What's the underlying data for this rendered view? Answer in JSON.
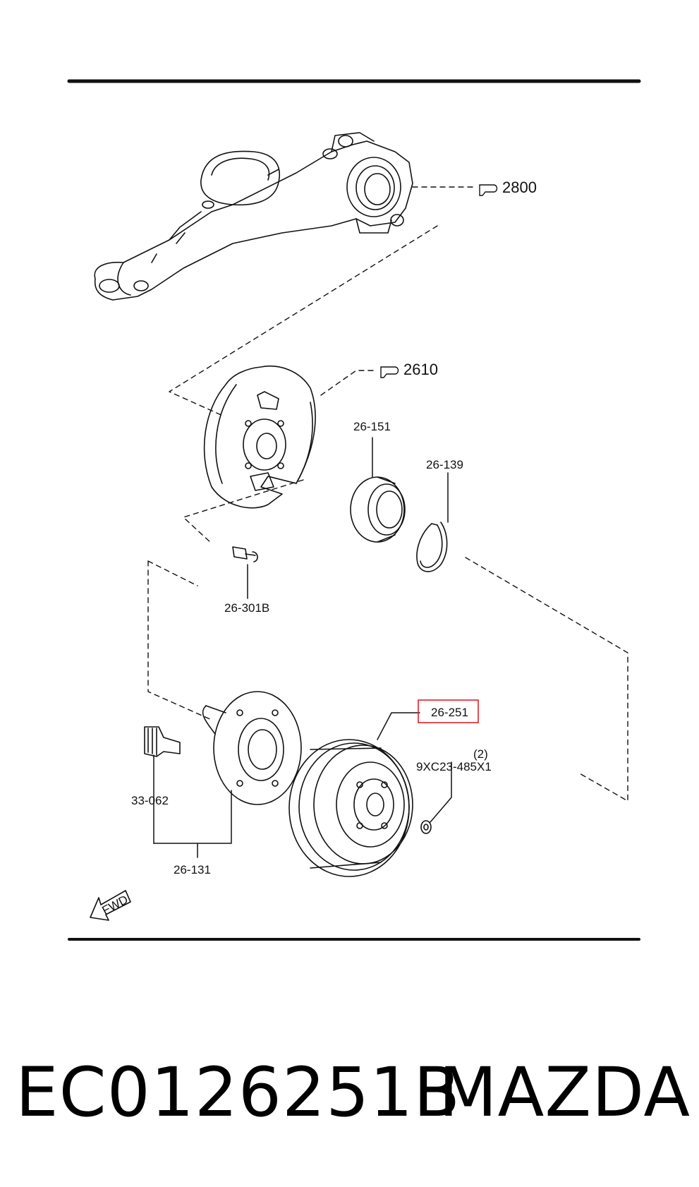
{
  "references": {
    "knuckle_ref": "2800",
    "backplate_ref": "2610"
  },
  "parts": {
    "bearing": "26-151",
    "snap_ring": "26-139",
    "bolt": "26-301B",
    "drum": "26-251",
    "nut": "9XC23-485X1",
    "nut_qty": "(2)",
    "stud": "33-062",
    "hub": "26-131"
  },
  "highlight": {
    "part": "26-251",
    "color": "#e0202a"
  },
  "direction_marker": "FWD",
  "footer": {
    "part_number": "EC0126251B",
    "brand": "MAZDA"
  }
}
